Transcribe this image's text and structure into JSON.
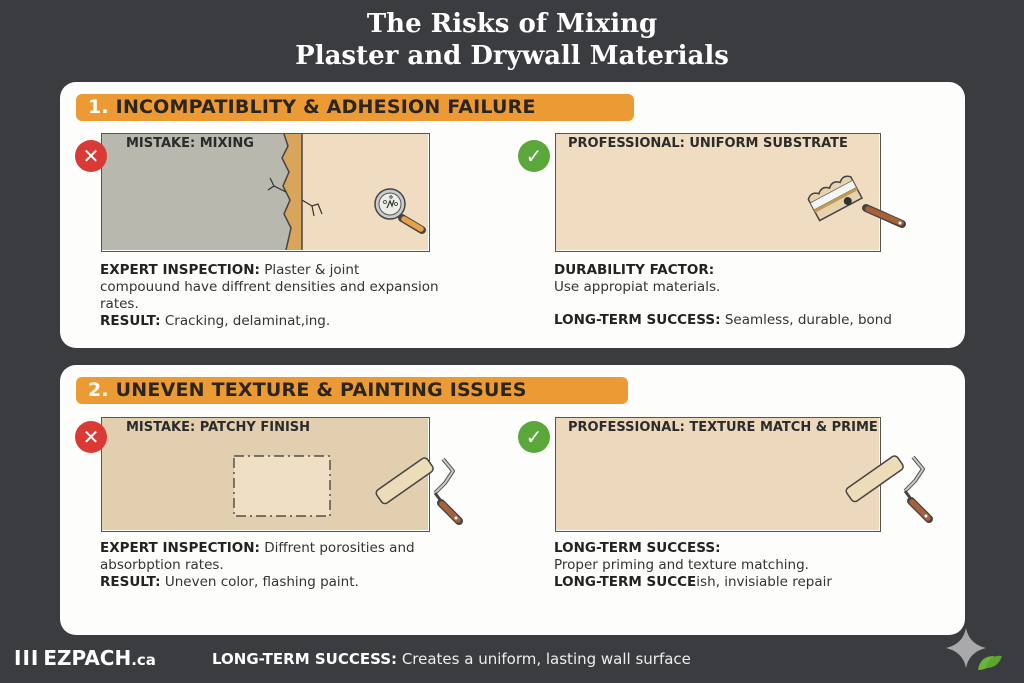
{
  "title": {
    "line1": "The Risks of Mixing",
    "line2": "Plaster and Drywall Materials"
  },
  "sections": [
    {
      "number": "1.",
      "heading": "INCOMPATIBLITY & ADHESION FAILURE",
      "mistake": {
        "icon": "x-circle-icon",
        "label": "MISTAKE: MIXING",
        "illustration": "cracked-seam-with-magnifier",
        "desc_label_1": "EXPERT INSPECTION:",
        "desc_text_1": "Plaster & joint compouund have diffrent densities and expansion rates.",
        "desc_label_2": "RESULT:",
        "desc_text_2": "Cracking, delaminat,ing."
      },
      "professional": {
        "icon": "check-circle-icon",
        "label": "PROFESSIONAL: UNIFORM SUBSTRATE",
        "illustration": "putty-knife",
        "desc_label_1": "DURABILITY FACTOR:",
        "desc_text_1": "Use appropiat materials.",
        "desc_label_2": "LONG-TERM SUCCESS:",
        "desc_text_2": "Seamless, durable, bond"
      }
    },
    {
      "number": "2.",
      "heading": "UNEVEN TEXTURE & PAINTING ISSUES",
      "mistake": {
        "icon": "x-circle-icon",
        "label": "MISTAKE: PATCHY FINISH",
        "illustration": "patch-with-paint-roller",
        "desc_label_1": "EXPERT INSPECTION:",
        "desc_text_1": "Diffrent porosities and absorbption rates.",
        "desc_label_2": "RESULT:",
        "desc_text_2": "Uneven color, flashing paint."
      },
      "professional": {
        "icon": "check-circle-icon",
        "label": "PROFESSIONAL: TEXTURE MATCH & PRIME",
        "illustration": "paint-roller",
        "desc_label_1": "LONG-TERM SUCCESS:",
        "desc_text_1": "Proper priming and texture matching.",
        "desc_label_2": "LONG-TERM SUCCE",
        "desc_text_2": "ish, invisiable repair"
      }
    }
  ],
  "footer": {
    "brand_bars": "III",
    "brand_name": "EZPACH",
    "brand_tld": ".ca",
    "tagline_label": "LONG-TERM SUCCESS:",
    "tagline_text": "Creates a uniform, lasting wall surface"
  },
  "colors": {
    "background": "#3b3c3f",
    "card": "#fdfdfc",
    "accent_orange": "#ec9a34",
    "error_red": "#d93a36",
    "success_green": "#5ba83a",
    "plaster_grey": "#b8b8ae",
    "drywall_beige": "#f0dcc0"
  }
}
